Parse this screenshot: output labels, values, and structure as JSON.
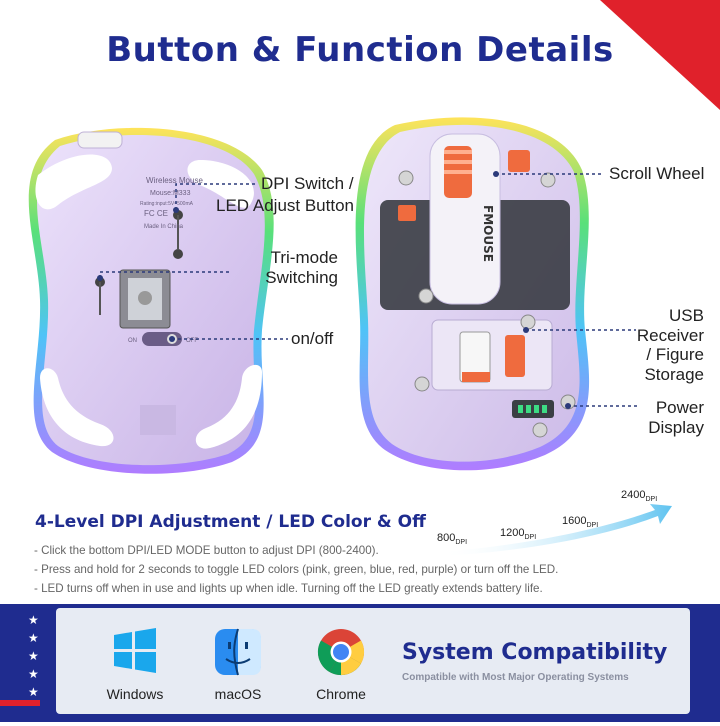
{
  "header": {
    "title": "Button & Function Details"
  },
  "mouse_left": {
    "bottom_text_1": "Wireless Mouse",
    "bottom_text_2": "Mouse:M333",
    "bottom_text_3": "Rating:input:5V=500mA",
    "bottom_text_4": "FC CE",
    "bottom_text_5": "Made In China",
    "switch_on": "ON",
    "switch_off": "OFF"
  },
  "mouse_right": {
    "brand": "FMOUSE"
  },
  "callouts": {
    "dpi_switch": [
      "DPI Switch /",
      "LED Adjust Button"
    ],
    "tri_mode": [
      "Tri-mode",
      "Switching"
    ],
    "on_off": "on/off",
    "scroll_wheel": "Scroll Wheel",
    "usb_receiver": [
      "USB",
      "Receiver",
      "/ Figure",
      "Storage"
    ],
    "power_display": [
      "Power",
      "Display"
    ]
  },
  "dpi_section": {
    "title": "4-Level DPI Adjustment / LED Color & Off",
    "bullets": [
      "- Click the bottom DPI/LED MODE button to adjust DPI (800-2400).",
      "- Press and hold for 2 seconds to toggle LED colors (pink, green, blue, red, purple) or turn off the LED.",
      "- LED turns off when in use and lights up when idle. Turning off the LED greatly extends battery life."
    ],
    "levels": [
      {
        "value": "800",
        "unit": "DPI"
      },
      {
        "value": "1200",
        "unit": "DPI"
      },
      {
        "value": "1600",
        "unit": "DPI"
      },
      {
        "value": "2400",
        "unit": "DPI"
      }
    ]
  },
  "compatibility": {
    "title": "System Compatibility",
    "subtitle": "Compatible with Most Major Operating Systems",
    "systems": [
      {
        "label": "Windows",
        "icon": "windows-icon"
      },
      {
        "label": "macOS",
        "icon": "macos-finder-icon"
      },
      {
        "label": "Chrome",
        "icon": "chrome-icon"
      }
    ]
  },
  "colors": {
    "title_blue": "#1f2c8f",
    "accent_red": "#e0212b",
    "mouse_lilac": "#d9c8f0",
    "led_orange": "#f0724a"
  }
}
